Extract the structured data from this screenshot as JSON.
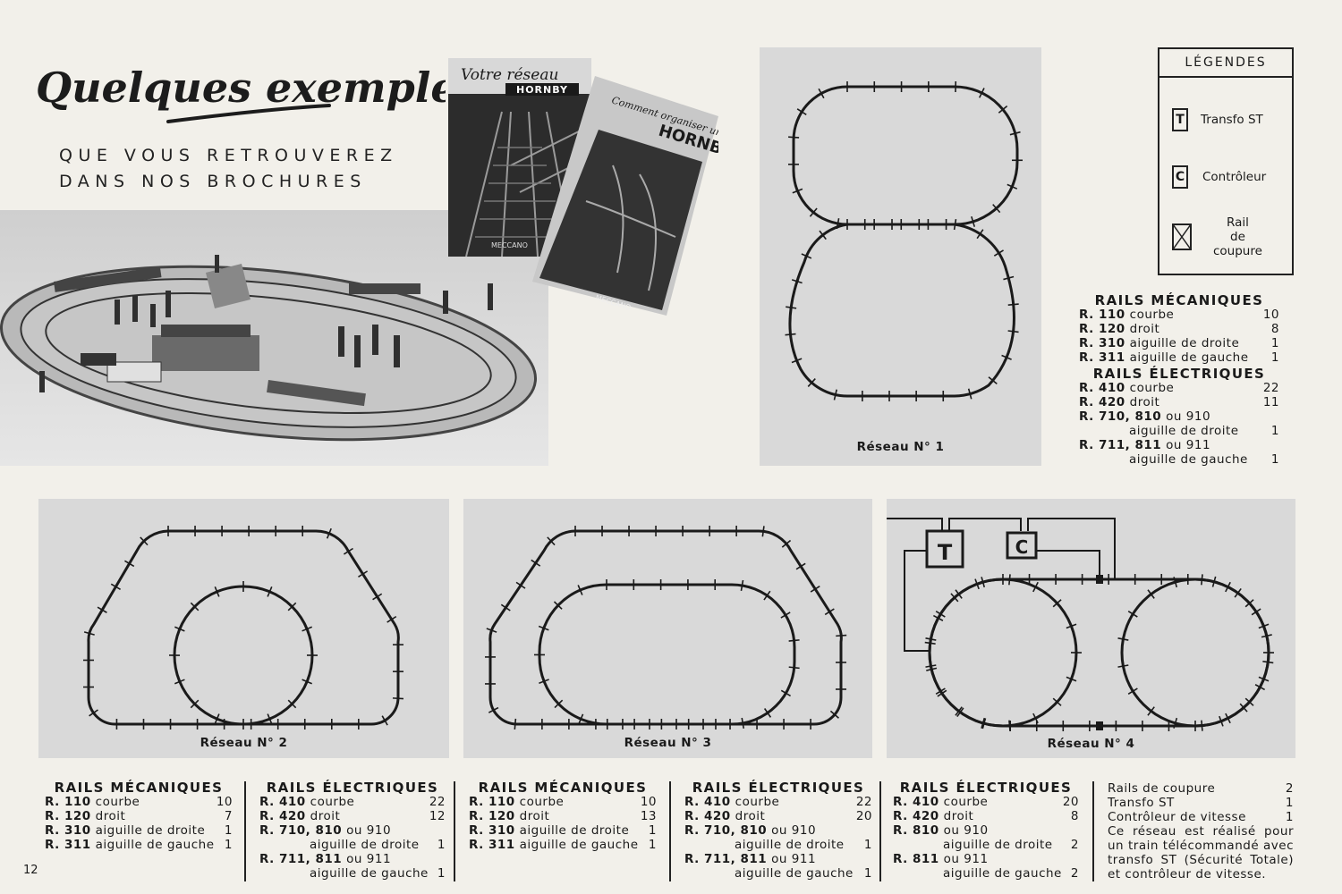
{
  "page": {
    "title": "Quelques exemples",
    "subtitle_line1": "QUE VOUS RETROUVEREZ",
    "subtitle_line2": "DANS NOS BROCHURES",
    "page_number": "12"
  },
  "brochures": [
    {
      "title": "Votre réseau",
      "brand": "HORNBY",
      "publisher": "MECCANO"
    },
    {
      "title": "Comment organiser un réseau",
      "brand": "HORNBY",
      "publisher": "MECCANO"
    }
  ],
  "legend": {
    "heading": "LÉGENDES",
    "items": [
      {
        "symbol": "T",
        "label": "Transfo ST"
      },
      {
        "symbol": "C",
        "label": "Contrôleur"
      },
      {
        "symbol": "",
        "label_lines": [
          "Rail",
          "de",
          "coupure"
        ]
      }
    ]
  },
  "networks": {
    "n1": {
      "caption": "Réseau N° 1"
    },
    "n2": {
      "caption": "Réseau N° 2"
    },
    "n3": {
      "caption": "Réseau N° 3"
    },
    "n4": {
      "caption": "Réseau N° 4",
      "boxes": [
        "T",
        "C"
      ]
    }
  },
  "lists": {
    "n1": {
      "meca_head": "RAILS MÉCANIQUES",
      "meca": [
        {
          "ref": "R. 110",
          "desc": "courbe",
          "qty": "10"
        },
        {
          "ref": "R. 120",
          "desc": "droit",
          "qty": "8"
        },
        {
          "ref": "R. 310",
          "desc": "aiguille de droite",
          "qty": "1"
        },
        {
          "ref": "R. 311",
          "desc": "aiguille de gauche",
          "qty": "1"
        }
      ],
      "elec_head": "RAILS ÉLECTRIQUES",
      "elec": [
        {
          "ref": "R. 410",
          "desc": "courbe",
          "qty": "22"
        },
        {
          "ref": "R. 420",
          "desc": "droit",
          "qty": "11"
        },
        {
          "ref": "R. 710, 810",
          "desc": "ou 910",
          "qty": ""
        },
        {
          "ref": "",
          "desc": "aiguille de droite",
          "qty": "1"
        },
        {
          "ref": "R. 711, 811",
          "desc": "ou 911",
          "qty": ""
        },
        {
          "ref": "",
          "desc": "aiguille de gauche",
          "qty": "1"
        }
      ]
    },
    "n2_meca": {
      "head": "RAILS MÉCANIQUES",
      "rows": [
        {
          "ref": "R. 110",
          "desc": "courbe",
          "qty": "10"
        },
        {
          "ref": "R. 120",
          "desc": "droit",
          "qty": "7"
        },
        {
          "ref": "R. 310",
          "desc": "aiguille de droite",
          "qty": "1"
        },
        {
          "ref": "R. 311",
          "desc": "aiguille de gauche",
          "qty": "1"
        }
      ]
    },
    "n2_elec": {
      "head": "RAILS ÉLECTRIQUES",
      "rows": [
        {
          "ref": "R. 410",
          "desc": "courbe",
          "qty": "22"
        },
        {
          "ref": "R. 420",
          "desc": "droit",
          "qty": "12"
        },
        {
          "ref": "R. 710, 810",
          "desc": "ou 910",
          "qty": ""
        },
        {
          "ref": "",
          "desc": "aiguille de droite",
          "qty": "1"
        },
        {
          "ref": "R. 711, 811",
          "desc": "ou 911",
          "qty": ""
        },
        {
          "ref": "",
          "desc": "aiguille de gauche",
          "qty": "1"
        }
      ]
    },
    "n3_meca": {
      "head": "RAILS MÉCANIQUES",
      "rows": [
        {
          "ref": "R. 110",
          "desc": "courbe",
          "qty": "10"
        },
        {
          "ref": "R. 120",
          "desc": "droit",
          "qty": "13"
        },
        {
          "ref": "R. 310",
          "desc": "aiguille de droite",
          "qty": "1"
        },
        {
          "ref": "R. 311",
          "desc": "aiguille de gauche",
          "qty": "1"
        }
      ]
    },
    "n3_elec": {
      "head": "RAILS ÉLECTRIQUES",
      "rows": [
        {
          "ref": "R. 410",
          "desc": "courbe",
          "qty": "22"
        },
        {
          "ref": "R. 420",
          "desc": "droit",
          "qty": "20"
        },
        {
          "ref": "R. 710, 810",
          "desc": "ou 910",
          "qty": ""
        },
        {
          "ref": "",
          "desc": "aiguille de droite",
          "qty": "1"
        },
        {
          "ref": "R. 711, 811",
          "desc": "ou 911",
          "qty": ""
        },
        {
          "ref": "",
          "desc": "aiguille de gauche",
          "qty": "1"
        }
      ]
    },
    "n4_elec": {
      "head": "RAILS ÉLECTRIQUES",
      "rows": [
        {
          "ref": "R. 410",
          "desc": "courbe",
          "qty": "20"
        },
        {
          "ref": "R. 420",
          "desc": "droit",
          "qty": "8"
        },
        {
          "ref": "R. 810",
          "desc": "ou 910",
          "qty": ""
        },
        {
          "ref": "",
          "desc": "aiguille de droite",
          "qty": "2"
        },
        {
          "ref": "R. 811",
          "desc": "ou 911",
          "qty": ""
        },
        {
          "ref": "",
          "desc": "aiguille de gauche",
          "qty": "2"
        }
      ]
    },
    "n4_extra": {
      "rows": [
        {
          "desc": "Rails de coupure",
          "qty": "2"
        },
        {
          "desc": "Transfo ST",
          "qty": "1"
        },
        {
          "desc": "Contrôleur de vitesse",
          "qty": "1"
        }
      ],
      "note": "Ce réseau est réalisé pour un train télécommandé avec transfo ST (Sécurité Totale) et contrôleur de vitesse."
    }
  }
}
